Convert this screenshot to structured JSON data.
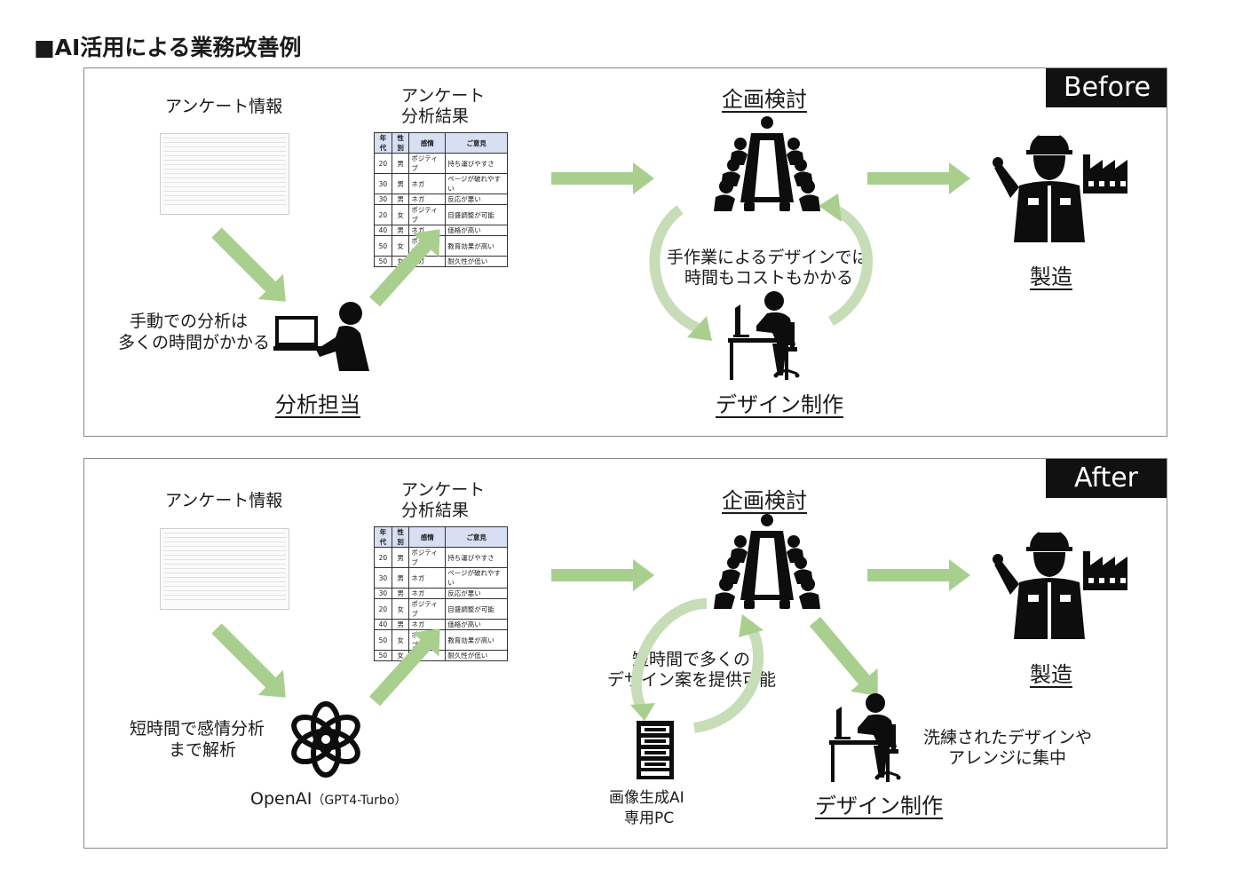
{
  "title": "■AI活用による業務改善例",
  "before": {
    "tag": "Before",
    "survey_info": "アンケート情報",
    "analysis_result_l1": "アンケート",
    "analysis_result_l2": "分析結果",
    "planning": "企画検討",
    "manual_note_l1": "手動での分析は",
    "manual_note_l2": "多くの時間がかかる",
    "analyst": "分析担当",
    "cost_note_l1": "手作業によるデザインでは",
    "cost_note_l2": "時間もコストもかかる",
    "design": "デザイン制作",
    "manufacturing": "製造"
  },
  "after": {
    "tag": "After",
    "survey_info": "アンケート情報",
    "analysis_result_l1": "アンケート",
    "analysis_result_l2": "分析結果",
    "planning": "企画検討",
    "ai_note_l1": "短時間で感情分析",
    "ai_note_l2": "まで解析",
    "openai": "OpenAI",
    "openai_model": "（GPT4-Turbo）",
    "quick_note_l1": "短時間で多くの",
    "quick_note_l2": "デザイン案を提供可能",
    "pc_l1": "画像生成AI",
    "pc_l2": "専用PC",
    "design": "デザイン制作",
    "refine_l1": "洗練されたデザインや",
    "refine_l2": "アレンジに集中",
    "manufacturing": "製造"
  },
  "table": {
    "headers": [
      "年代",
      "性別",
      "感情",
      "ご意見"
    ],
    "rows": [
      [
        "20",
        "男",
        "ポジティブ",
        "持ち運びやすさ"
      ],
      [
        "30",
        "男",
        "ネガ",
        "ページが破れやすい"
      ],
      [
        "30",
        "男",
        "ネガ",
        "反応が悪い"
      ],
      [
        "20",
        "女",
        "ポジティブ",
        "目盛調整が可能"
      ],
      [
        "40",
        "男",
        "ネガ",
        "価格が高い"
      ],
      [
        "50",
        "女",
        "ポジティブ",
        "教育効果が高い"
      ],
      [
        "50",
        "女",
        "ネガ",
        "耐久性が低い"
      ]
    ]
  },
  "colors": {
    "arrow": "#a9cf8e",
    "arrow_light": "#c6ddb8",
    "icon": "#0d0d0d",
    "header_fill": "#d9dff2"
  }
}
